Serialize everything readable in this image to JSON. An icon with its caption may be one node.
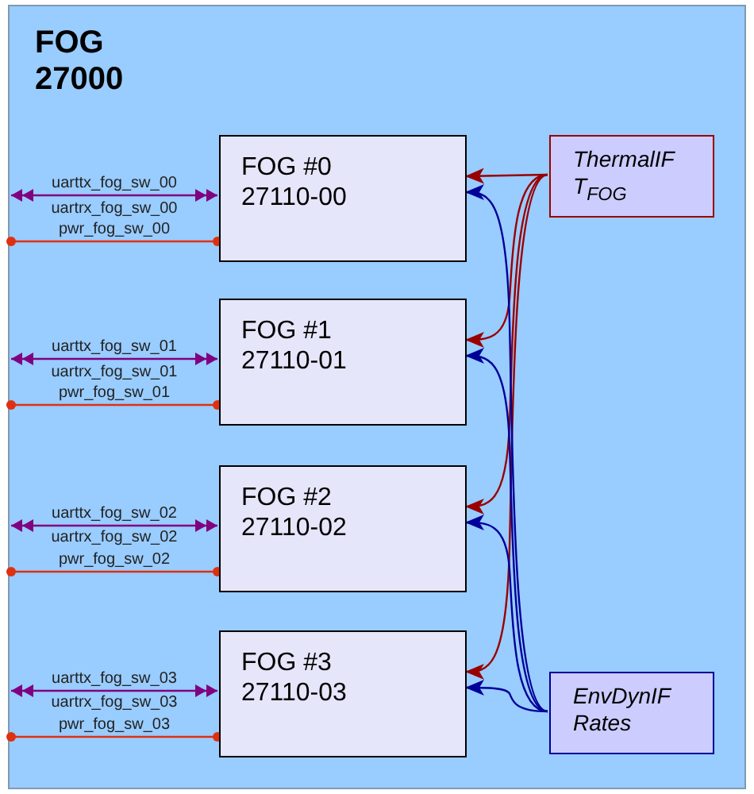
{
  "diagram": {
    "nodes": [
      {
        "text": [
          "FOG 27000"
        ]
      },
      {
        "text": [
          "FOG #0",
          "27110-00"
        ],
        "in": 0
      },
      {
        "text": [
          "FOG #1",
          "27110-01"
        ],
        "in": 0
      },
      {
        "text": [
          "FOG #2",
          "27110-02"
        ],
        "in": 0
      },
      {
        "text": [
          "FOG #3",
          "27110-03"
        ],
        "in": 0
      },
      {
        "text": [
          "ThermalIF",
          "T$_{FOG}$"
        ],
        "in": 0
      },
      {
        "text": [
          "EnvDynIF",
          "Rates"
        ],
        "in": 0
      }
    ],
    "edges": [
      {
        "from": null,
        "to": 1,
        "arrow": "both",
        "label": "uarttx_fog_sw_00",
        "color": "#800080"
      },
      {
        "from": null,
        "to": 1,
        "arrow": "other",
        "label": "pwr_fog_sw_00",
        "color": "#e03010"
      },
      {
        "from": null,
        "to": 2,
        "arrow": "both",
        "label": "uarttx_fog_sw_01",
        "color": "#800080"
      },
      {
        "from": null,
        "to": 2,
        "arrow": "other",
        "label": "pwr_fog_sw_01",
        "color": "#e03010"
      },
      {
        "from": null,
        "to": 3,
        "arrow": "both",
        "label": "uarttx_fog_sw_02",
        "color": "#800080"
      },
      {
        "from": null,
        "to": 3,
        "arrow": "other",
        "label": "pwr_fog_sw_02",
        "color": "#e03010"
      },
      {
        "from": null,
        "to": 4,
        "arrow": "both",
        "label": "uarttx_fog_sw_03",
        "color": "#800080"
      },
      {
        "from": null,
        "to": 4,
        "arrow": "other",
        "label": "pwr_fog_sw_03",
        "color": "#e03010"
      },
      {
        "from": 5,
        "to": 1,
        "arrow": "to",
        "color": "#990000"
      },
      {
        "from": 5,
        "to": 2,
        "arrow": "to",
        "color": "#990000"
      },
      {
        "from": 5,
        "to": 3,
        "arrow": "to",
        "color": "#990000"
      },
      {
        "from": 5,
        "to": 4,
        "arrow": "to",
        "color": "#990000"
      },
      {
        "from": 6,
        "to": 1,
        "arrow": "to",
        "color": "#000099"
      },
      {
        "from": 6,
        "to": 2,
        "arrow": "to",
        "color": "#000099"
      },
      {
        "from": 6,
        "to": 3,
        "arrow": "to",
        "color": "#000099"
      },
      {
        "from": 6,
        "to": 4,
        "arrow": "to",
        "color": "#000099"
      }
    ],
    "labels": [
      "uartrx_fog_sw_00",
      "uartrx_fog_sw_01",
      "uartrx_fog_sw_02",
      "uartrx_fog_sw_03"
    ]
  }
}
